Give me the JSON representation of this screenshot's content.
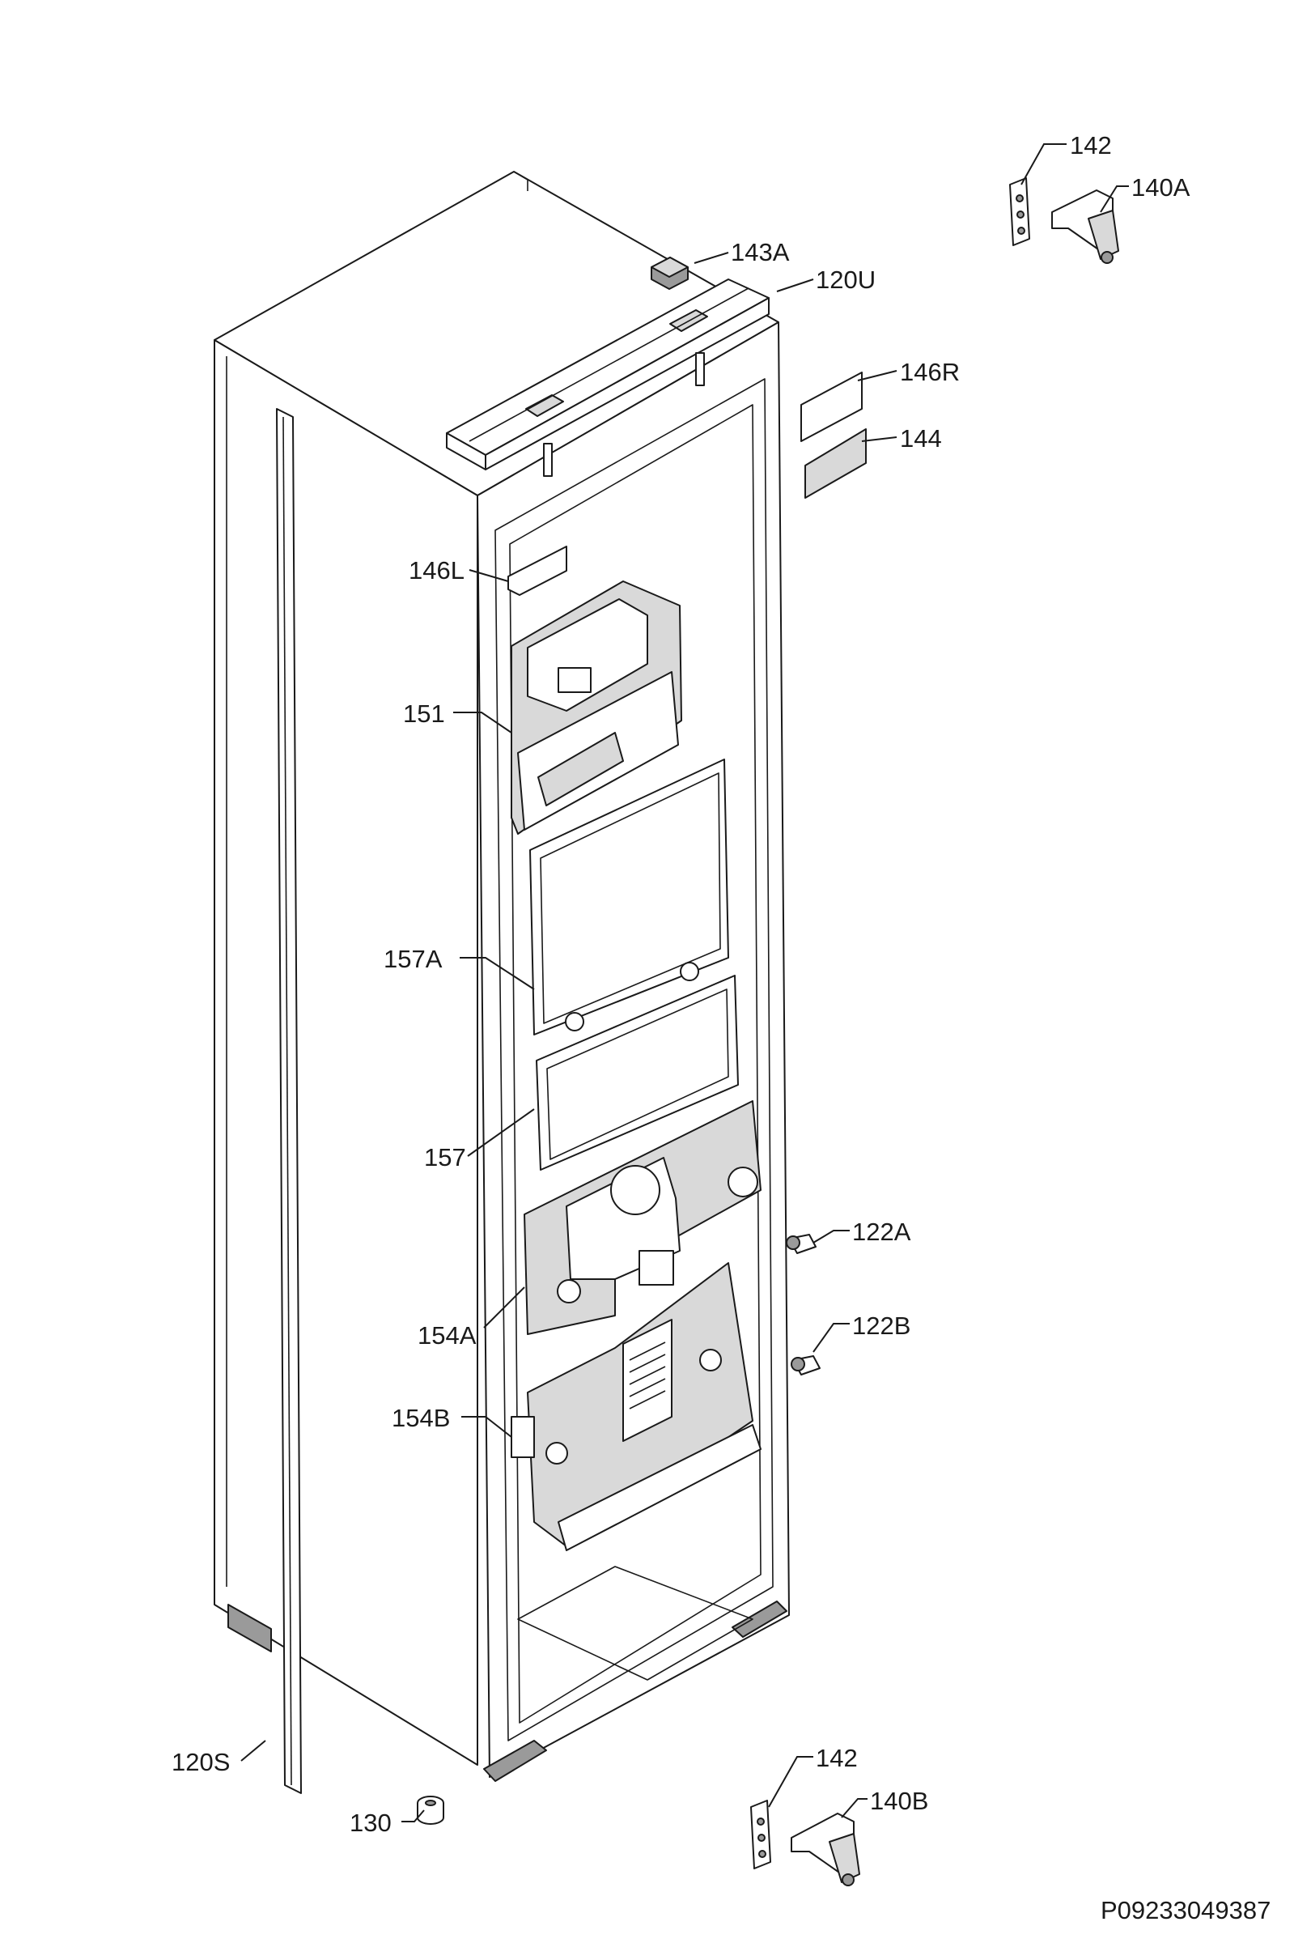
{
  "labels": {
    "p142_top": "142",
    "p140A": "140A",
    "p143A": "143A",
    "p120U": "120U",
    "p146R": "146R",
    "p144": "144",
    "p146L": "146L",
    "p151": "151",
    "p157A": "157A",
    "p157": "157",
    "p122A": "122A",
    "p122B": "122B",
    "p154A": "154A",
    "p154B": "154B",
    "p120S": "120S",
    "p142_bottom": "142",
    "p140B": "140B",
    "p130": "130"
  },
  "drawing_code": "P09233049387",
  "colors": {
    "line": "#1a1a1a",
    "shade": "#d9d9d9",
    "background": "#ffffff"
  }
}
